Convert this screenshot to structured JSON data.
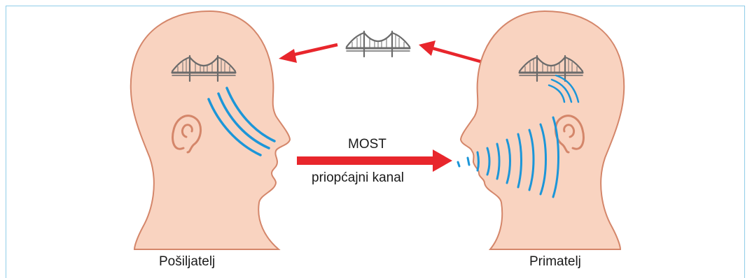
{
  "labels": {
    "sender": "Pošiljatelj",
    "receiver": "Primatelj",
    "bridge": "MOST",
    "channel": "priopćajni kanal"
  },
  "icons": [
    "head-icon",
    "bridge-icon",
    "ear-icon",
    "arrow-icon",
    "sound-wave-icon"
  ],
  "colors": {
    "frame": "#8fcde8",
    "skin": "#f9d3c0",
    "outline": "#d4866a",
    "arrow": "#e8262c",
    "waves": "#1c96d8",
    "bridge": "#6b6b6b"
  }
}
